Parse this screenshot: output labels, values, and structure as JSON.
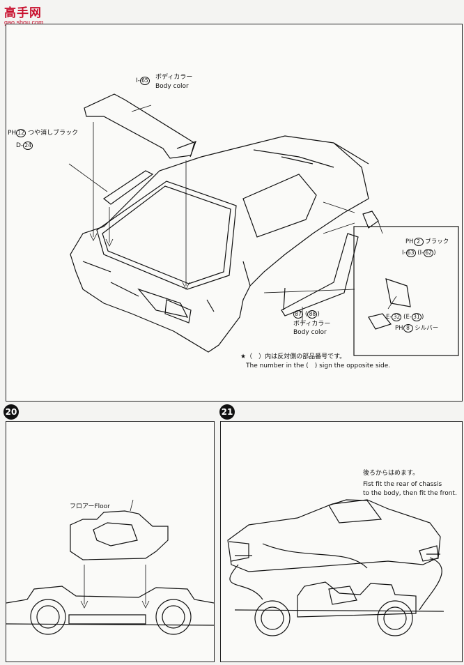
{
  "watermark": {
    "main": "高手网",
    "sub": "gao.shou.com"
  },
  "step_top": {
    "wing_part": "I-",
    "wing_num": "65",
    "wing_color_jp": "ボディカラー",
    "wing_color_en": "Body color",
    "wiper_paint": "PH",
    "wiper_paint_num": "12",
    "wiper_color_jp": "つや消しブラック",
    "wiper_part": "D-",
    "wiper_num": "24",
    "skirt_num": "87",
    "skirt_num_opp": "88",
    "skirt_color_jp": "ボディカラー",
    "skirt_color_en": "Body color",
    "mirror_paint": "PH",
    "mirror_paint_num": "2",
    "mirror_color_jp": "ブラック",
    "mirror_part": "I-",
    "mirror_num": "63",
    "mirror_num_opp_prefix": "I-",
    "mirror_num_opp": "62",
    "mirror_glass_part": "E-",
    "mirror_glass_num": "32",
    "mirror_glass_opp_prefix": "E-",
    "mirror_glass_opp": "31",
    "glass_paint": "PH",
    "glass_paint_num": "8",
    "glass_color_jp": "シルバー",
    "note_jp": "★（　）内は反対側の部品番号です。",
    "note_en": "The number in the (　) sign the opposite side."
  },
  "step20": {
    "number": "20",
    "floor_label": "フロアーFloor"
  },
  "step21": {
    "number": "21",
    "instruction_jp": "後ろからはめます。",
    "instruction_en_1": "Fist fit the rear of chassis",
    "instruction_en_2": "to the body, then fit the front."
  }
}
